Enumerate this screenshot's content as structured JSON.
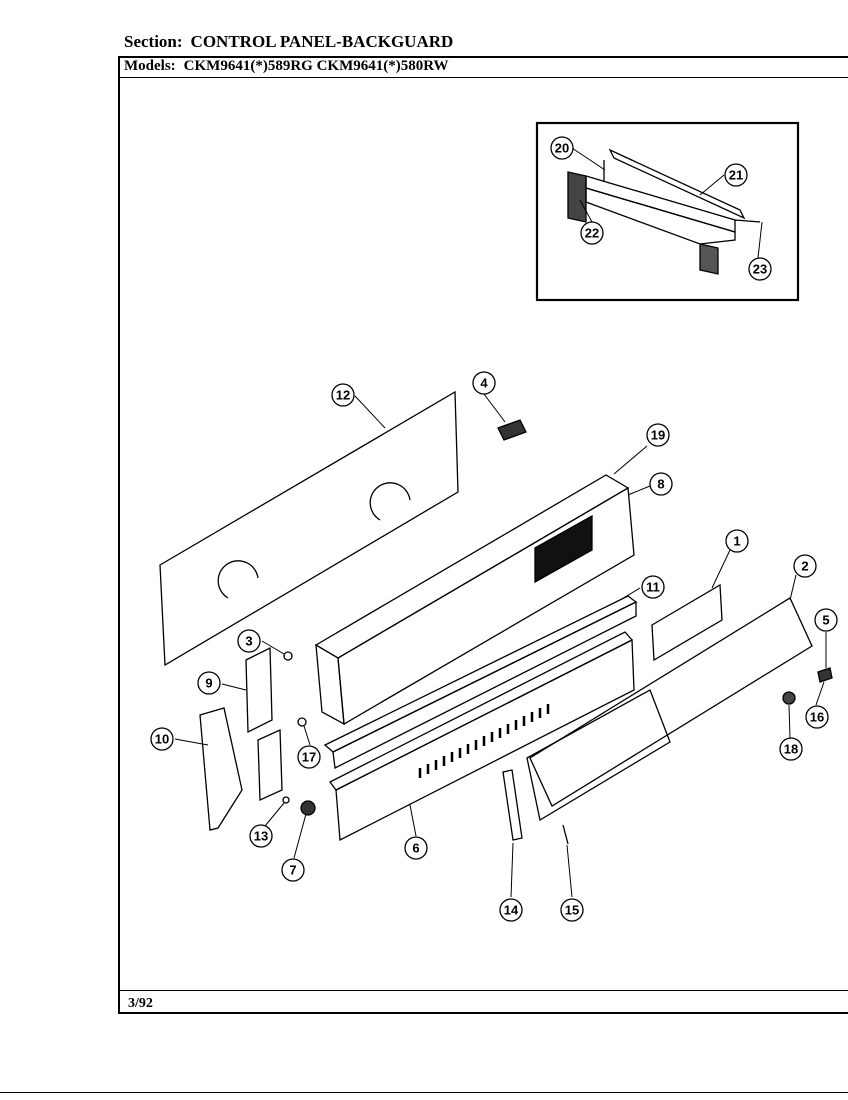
{
  "header": {
    "section_label": "Section:",
    "section_title": "CONTROL PANEL-BACKGUARD",
    "models_label": "Models:",
    "models_list": "CKM9641(*)589RG  CKM9641(*)580RW"
  },
  "footer": {
    "date": "3/92"
  },
  "callouts": {
    "p1": "1",
    "p2": "2",
    "p3": "3",
    "p4": "4",
    "p5": "5",
    "p6": "6",
    "p7": "7",
    "p8": "8",
    "p9": "9",
    "p10": "10",
    "p11": "11",
    "p12": "12",
    "p13": "13",
    "p14": "14",
    "p15": "15",
    "p16": "16",
    "p17": "17",
    "p18": "18",
    "p19": "19",
    "p20": "20",
    "p21": "21",
    "p22": "22",
    "p23": "23"
  }
}
